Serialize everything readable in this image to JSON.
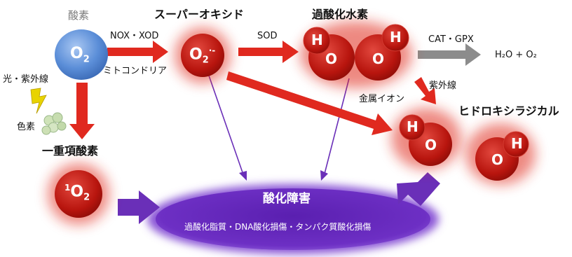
{
  "labels": {
    "oxygen": "酸素",
    "superoxide": "スーパーオキシド",
    "hydrogen_peroxide": "過酸化水素",
    "hydroxyl_radical": "ヒドロキシラジカル",
    "singlet_oxygen": "一重項酸素",
    "light_uv": "光・紫外線",
    "pigment": "色素",
    "nox_xod": "NOX・XOD",
    "mitochondria": "ミトコンドリア",
    "sod": "SOD",
    "cat_gpx": "CAT・GPX",
    "uv": "紫外線",
    "metal_ion": "金属イオン"
  },
  "molecules": {
    "o2_main": "O",
    "o2_sub": "2",
    "o2_sup": "·-",
    "h": "H",
    "o": "O",
    "singlet_sup": "1"
  },
  "products": {
    "h2o_plus_o2": "H₂O + O₂"
  },
  "damage": {
    "title": "酸化障害",
    "subtitle": "過酸化脂質・DNA酸化損傷・タンパク質酸化損傷"
  },
  "colors": {
    "red_arrow": "#e0291f",
    "blue_molecule": "#5b8ed8",
    "red_molecule": "#c21a12",
    "purple": "#6a2fb8",
    "gray_arrow": "#8c8c8c",
    "bolt": "#e8d300"
  },
  "icons": [
    "lightning-bolt-icon",
    "pigment-cluster-icon"
  ]
}
